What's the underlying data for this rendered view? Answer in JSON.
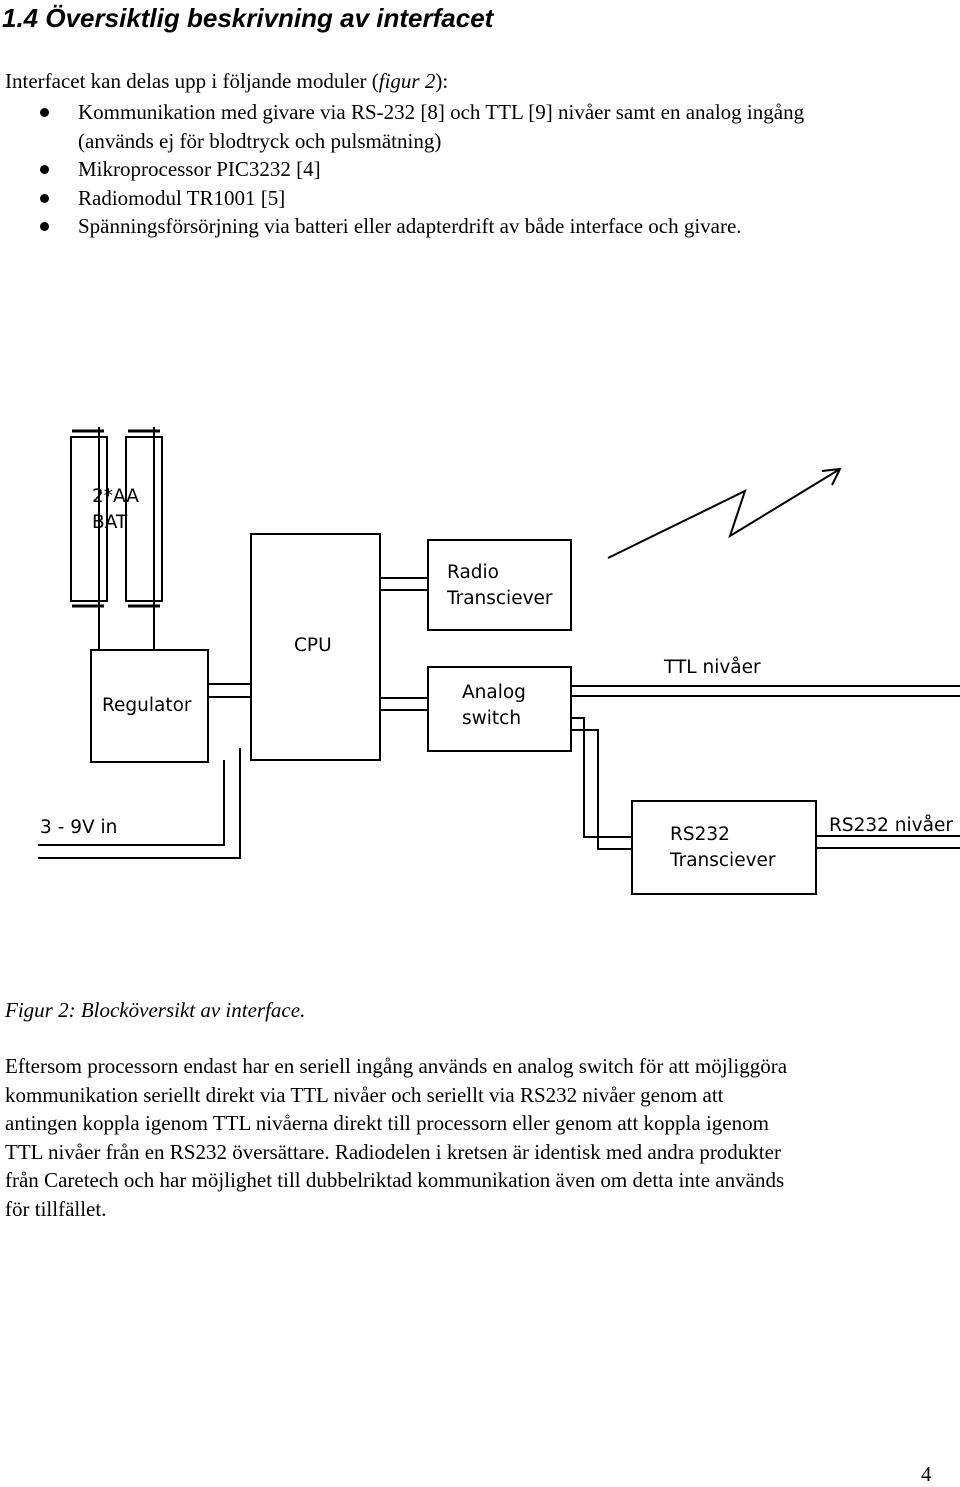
{
  "heading": "1.4 Översiktlig beskrivning av interfacet",
  "intro": {
    "before": "Interfacet kan delas upp i följande moduler (",
    "figref": "figur 2",
    "after": "):"
  },
  "modules": [
    {
      "line1": "Kommunikation med givare via RS-232 [8] och TTL [9] nivåer samt en analog ingång",
      "line2": "(används ej för blodtryck och pulsmätning)"
    },
    {
      "line1": "Mikroprocessor PIC3232 [4]"
    },
    {
      "line1": "Radiomodul TR1001 [5]"
    },
    {
      "line1": "Spänningsförsörjning via batteri eller adapterdrift av både interface och givare."
    }
  ],
  "diagram": {
    "battery_line1": "2*AA",
    "battery_line2": "BAT",
    "cpu": "CPU",
    "radio_line1": "Radio",
    "radio_line2": "Transciever",
    "regulator": "Regulator",
    "analog_line1": "Analog",
    "analog_line2": "switch",
    "ttl_label": "TTL nivåer",
    "power_in": "3 - 9V in",
    "rs232_line1": "RS232",
    "rs232_line2": "Transciever",
    "rs232_label": "RS232 nivåer"
  },
  "caption": "Figur 2: Blocköversikt av interface.",
  "paragraph": [
    "Eftersom processorn endast har en seriell ingång används en analog switch för att möjliggöra",
    "kommunikation seriellt direkt via TTL nivåer och seriellt via RS232 nivåer genom att",
    "antingen koppla igenom TTL nivåerna direkt till processorn eller genom att koppla igenom",
    "TTL nivåer från en RS232 översättare. Radiodelen i kretsen är identisk med andra produkter",
    "från Caretech och har möjlighet till dubbelriktad kommunikation även om detta inte används",
    "för tillfället."
  ],
  "page_number": "4"
}
